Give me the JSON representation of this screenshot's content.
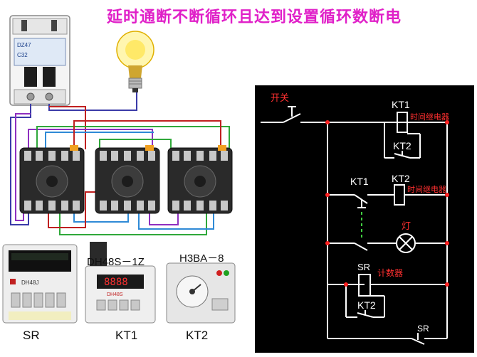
{
  "title": "延时通断不断循环且达到设置循环数断电",
  "breaker": {
    "brand": "DZ47",
    "mark": "C32"
  },
  "devices": {
    "sr": {
      "label": "SR",
      "panel": "DH48J"
    },
    "kt1": {
      "label": "KT1",
      "model": "DH48S－1Z",
      "panel": "DH48S"
    },
    "kt2": {
      "label": "KT2",
      "model": "H3BA－8"
    }
  },
  "schematic": {
    "switch": "开关",
    "kt1_coil": "KT1",
    "kt1_coil_desc": "时间继电器",
    "kt2_contact_top": "KT2",
    "kt1_contact": "KT1",
    "kt2_coil": "KT2",
    "kt2_coil_desc": "时间继电器",
    "lamp": "灯",
    "sr_coil": "SR",
    "sr_desc": "计数器",
    "kt2_contact_bottom": "KT2",
    "sr_contact": "SR"
  },
  "colors": {
    "title": "#e020c8",
    "schematic_bg": "#000000",
    "schematic_wire": "#ffffff",
    "junction": "#ff2020",
    "label_red": "#ff3030",
    "dashed_link": "#40d040"
  }
}
